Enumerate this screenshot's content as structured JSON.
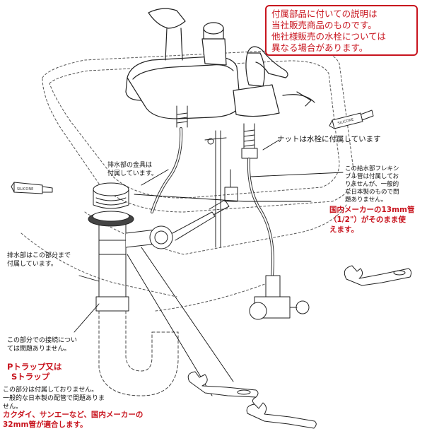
{
  "notice": {
    "lines": [
      "付属部品に付いての説明は",
      "当社販売商品のものです。",
      "他社様販売の水栓については",
      "異なる場合があります。"
    ]
  },
  "labels": {
    "nut": "ナットは水栓に付属しています",
    "drain_fitting": [
      "排水部の金具は",
      "付属しています。"
    ],
    "flex_pipe": [
      "この給水部フレキシ",
      "ブル管は付属してお",
      "りませんが、一般的",
      "な日本製のもので問",
      "題ありません。"
    ],
    "domestic_pipe": [
      "国内メーカーの13mm管",
      "（1/2\"）がそのまま使",
      "えます。"
    ],
    "drain_included": [
      "排水部はこの部分まで",
      "付属しています。"
    ],
    "connection": [
      "この部分での接続につい",
      "ては問題ありません。"
    ],
    "trap_title": [
      "Pトラップ又は",
      "Sトラップ"
    ],
    "trap_not_included": [
      "この部分は付属しておりません。",
      "一般的な日本製の配管で問題ありま",
      "せん。"
    ],
    "trap_makers": [
      "カクダイ、サンエーなど、国内メーカーの",
      "32mm管が適合します。"
    ]
  },
  "tube_label": "SILICONE",
  "colors": {
    "accent_red": "#c8141e",
    "line": "#222222"
  }
}
